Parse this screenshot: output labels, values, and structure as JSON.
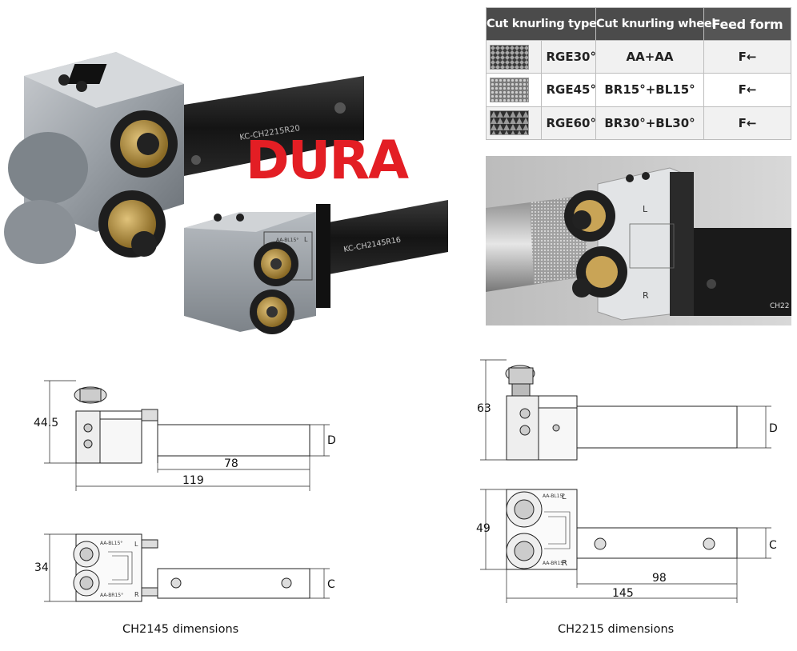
{
  "brand": {
    "logo_text": "DURA",
    "logo_color": "#e31e24"
  },
  "product_photo": {
    "large_holder_markings": "KC-CH2215R20",
    "small_holder_markings": "KC-CH2145R16",
    "wheel_marks": {
      "upper": "AA-BL15°",
      "lower": "L"
    }
  },
  "spec_table": {
    "headers": [
      "Cut knurling type",
      "Cut knurling wheel",
      "Feed form"
    ],
    "rows": [
      {
        "pattern": "diamond-fine",
        "type": "RGE30°",
        "wheel": "AA+AA",
        "feed": "F←"
      },
      {
        "pattern": "diamond-cross",
        "type": "RGE45°",
        "wheel": "BR15°+BL15°",
        "feed": "F←"
      },
      {
        "pattern": "pyramid",
        "type": "RGE60°",
        "wheel": "BR30°+BL30°",
        "feed": "F←"
      }
    ]
  },
  "application_photo": {
    "holder_label_l": "L",
    "holder_label_r": "R",
    "holder_code": "CH22"
  },
  "drawings": {
    "ch2145": {
      "height": "44.5",
      "shank": "D",
      "reach": "78",
      "length": "119",
      "width": "34",
      "shank_top": "C",
      "wheel_labels": {
        "top": "AA-BL15°",
        "bottom": "AA-BR15°",
        "left_mark": "L",
        "right_mark": "R"
      }
    },
    "ch2215": {
      "height": "63",
      "shank": "D",
      "width": "49",
      "shank_top": "C",
      "reach": "98",
      "length": "145",
      "wheel_labels": {
        "top": "AA-BL15°",
        "bottom": "AA-BR15°",
        "left_mark": "L",
        "right_mark": "R"
      }
    }
  },
  "captions": {
    "ch2145": "CH2145 dimensions",
    "ch2215": "CH2215 dimensions"
  }
}
